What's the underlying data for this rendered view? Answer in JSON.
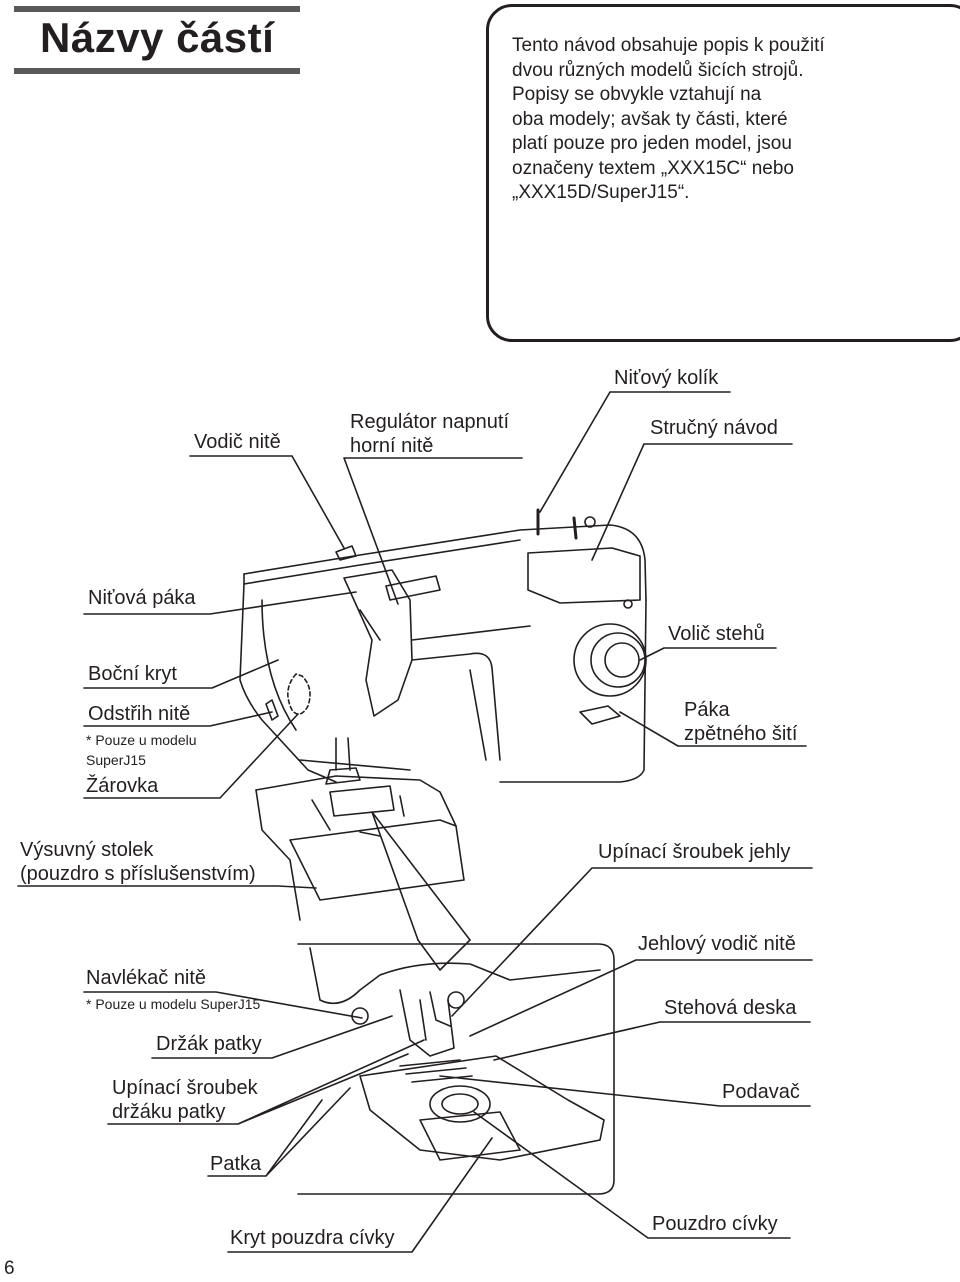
{
  "header": {
    "title": "Názvy částí"
  },
  "intro": {
    "text": "Tento návod obsahuje popis k použití\ndvou různých modelů šicích strojů.\nPopisy se obvykle vztahují na\noba modely; avšak ty části, které\nplatí pouze pro jeden model, jsou\noznačeny textem „XXX15C“ nebo\n„XXX15D/SuperJ15“."
  },
  "labels": {
    "nitovy_kolik": "Niťový kolík",
    "vodic_nite": "Vodič nitě",
    "regulator": "Regulátor napnutí\nhorní nitě",
    "strucny_navod": "Stručný návod",
    "nitova_paka": "Niťová páka",
    "bocni_kryt": "Boční kryt",
    "odstrih_nite": "Odstřih nitě",
    "odstrih_note": "* Pouze u modelu\n   SuperJ15",
    "zarovka": "Žárovka",
    "volic_stehu": "Volič stehů",
    "paka_zpetneho": "Páka\nzpětného šití",
    "vysuvny_stolek": "Výsuvný stolek\n(pouzdro s příslušenstvím)",
    "upinaci_sroubek_jehly": "Upínací šroubek jehly",
    "navlekac_nite": "Navlékač nitě",
    "navlekac_note": "* Pouze u modelu SuperJ15",
    "drzak_patky": "Držák patky",
    "upinaci_sroubek_drzaku": "Upínací šroubek\ndržáku patky",
    "patka": "Patka",
    "kryt_pouzdra": "Kryt pouzdra cívky",
    "jehlovy_vodic": "Jehlový vodič nitě",
    "stehova_deska": "Stehová deska",
    "podavac": "Podavač",
    "pouzdro_civky": "Pouzdro cívky"
  },
  "footer": {
    "page_number": "6"
  }
}
